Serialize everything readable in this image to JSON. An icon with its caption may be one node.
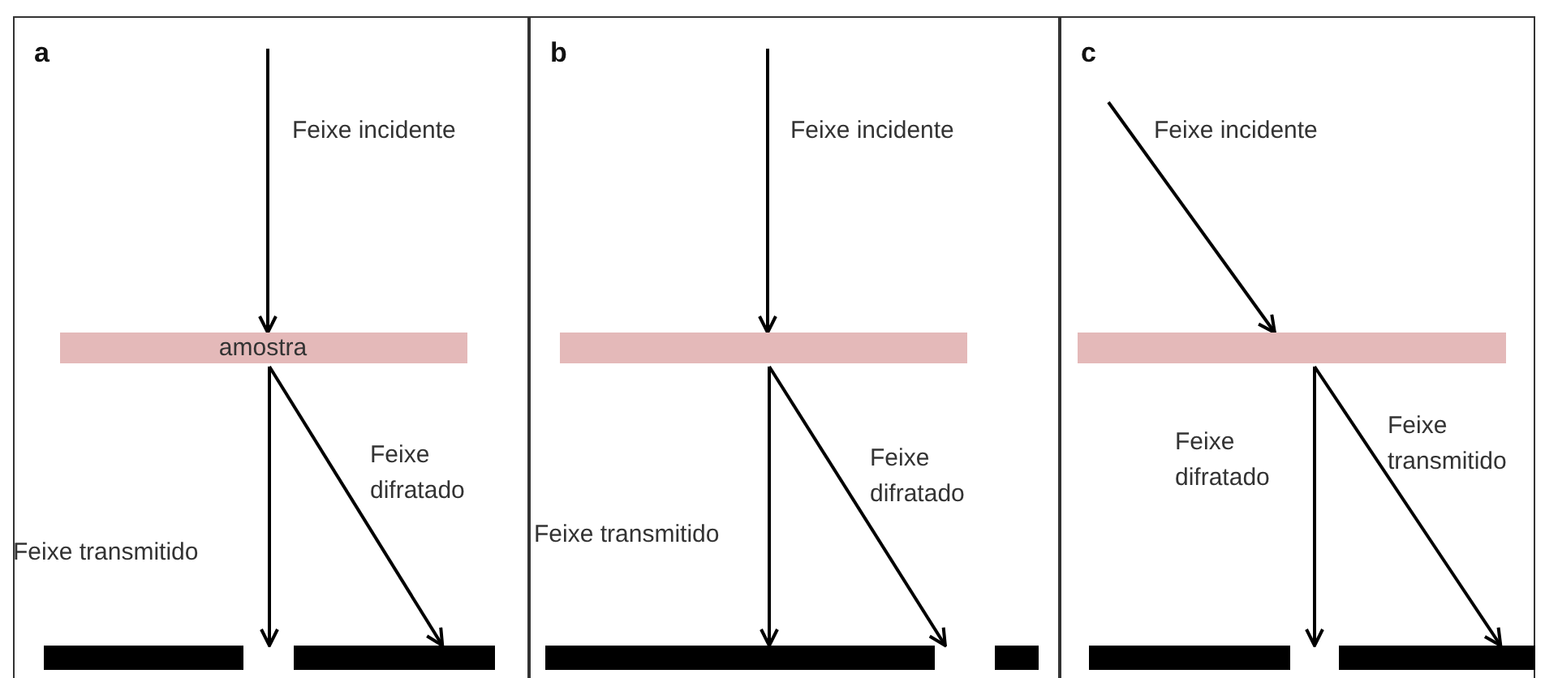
{
  "diagram": {
    "nodes": [
      {
        "text": [
          "a"
        ]
      },
      {
        "text": [
          "amostra"
        ],
        "in": 0
      },
      {
        "text": [],
        "shape": "bar",
        "in": 0
      },
      {
        "text": [],
        "shape": "bar",
        "in": 0
      },
      {
        "text": [
          "b"
        ]
      },
      {
        "text": [],
        "shape": "bar",
        "in": 4
      },
      {
        "text": [],
        "shape": "bar",
        "in": 4
      },
      {
        "text": [],
        "shape": "bar",
        "in": 4
      },
      {
        "text": [
          "c"
        ]
      },
      {
        "text": [],
        "shape": "bar",
        "in": 8
      },
      {
        "text": [],
        "shape": "bar",
        "in": 8
      },
      {
        "text": [],
        "shape": "bar",
        "in": 8
      }
    ],
    "edges": [
      {
        "from": null,
        "to": 1,
        "arrow": "to",
        "label": "Feixe incidente"
      },
      {
        "from": 1,
        "to": 3,
        "arrow": "to",
        "label": "Feixe transmitido"
      },
      {
        "from": 1,
        "to": 3,
        "arrow": "to",
        "label": "Feixe difratado"
      },
      {
        "from": null,
        "to": 5,
        "arrow": "to",
        "label": "Feixe incidente"
      },
      {
        "from": 5,
        "to": 6,
        "arrow": "to",
        "label": "Feixe transmitido"
      },
      {
        "from": 5,
        "to": 6,
        "arrow": "to",
        "label": "Feixe difratado"
      },
      {
        "from": null,
        "to": 9,
        "arrow": "to",
        "label": "Feixe incidente"
      },
      {
        "from": 9,
        "to": 11,
        "arrow": "to",
        "label": "Feixe difratado"
      },
      {
        "from": 9,
        "to": 11,
        "arrow": "to",
        "label": "Feixe transmitido"
      }
    ]
  }
}
